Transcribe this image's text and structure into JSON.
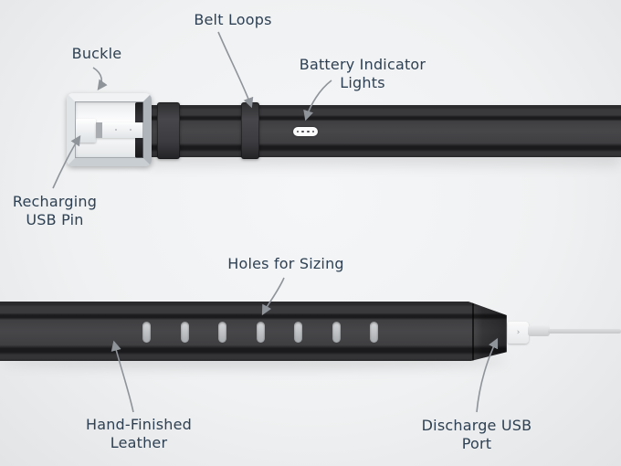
{
  "labels": {
    "buckle": "Buckle",
    "belt_loops": "Belt Loops",
    "battery_indicator": [
      "Battery Indicator",
      "Lights"
    ],
    "recharging_usb_pin": [
      "Recharging",
      "USB Pin"
    ],
    "holes_for_sizing": "Holes for Sizing",
    "hand_finished_leather": [
      "Hand-Finished",
      "Leather"
    ],
    "discharge_usb_port": [
      "Discharge USB",
      "Port"
    ]
  },
  "belt": {
    "battery_lights_count": 4,
    "sizing_holes_count": 7
  },
  "icons": {
    "usb_plug_glyph": "›"
  },
  "colors": {
    "label_text": "#2e4053",
    "arrow": "#8f949a",
    "leather_mid": "#47474a",
    "leather_edge": "#1a1a1c",
    "buckle_metal": "#d5dade",
    "pin_contact": "#d2822a",
    "led_dot": "#4b4b50",
    "usb_cable": "#c5c7c9"
  }
}
